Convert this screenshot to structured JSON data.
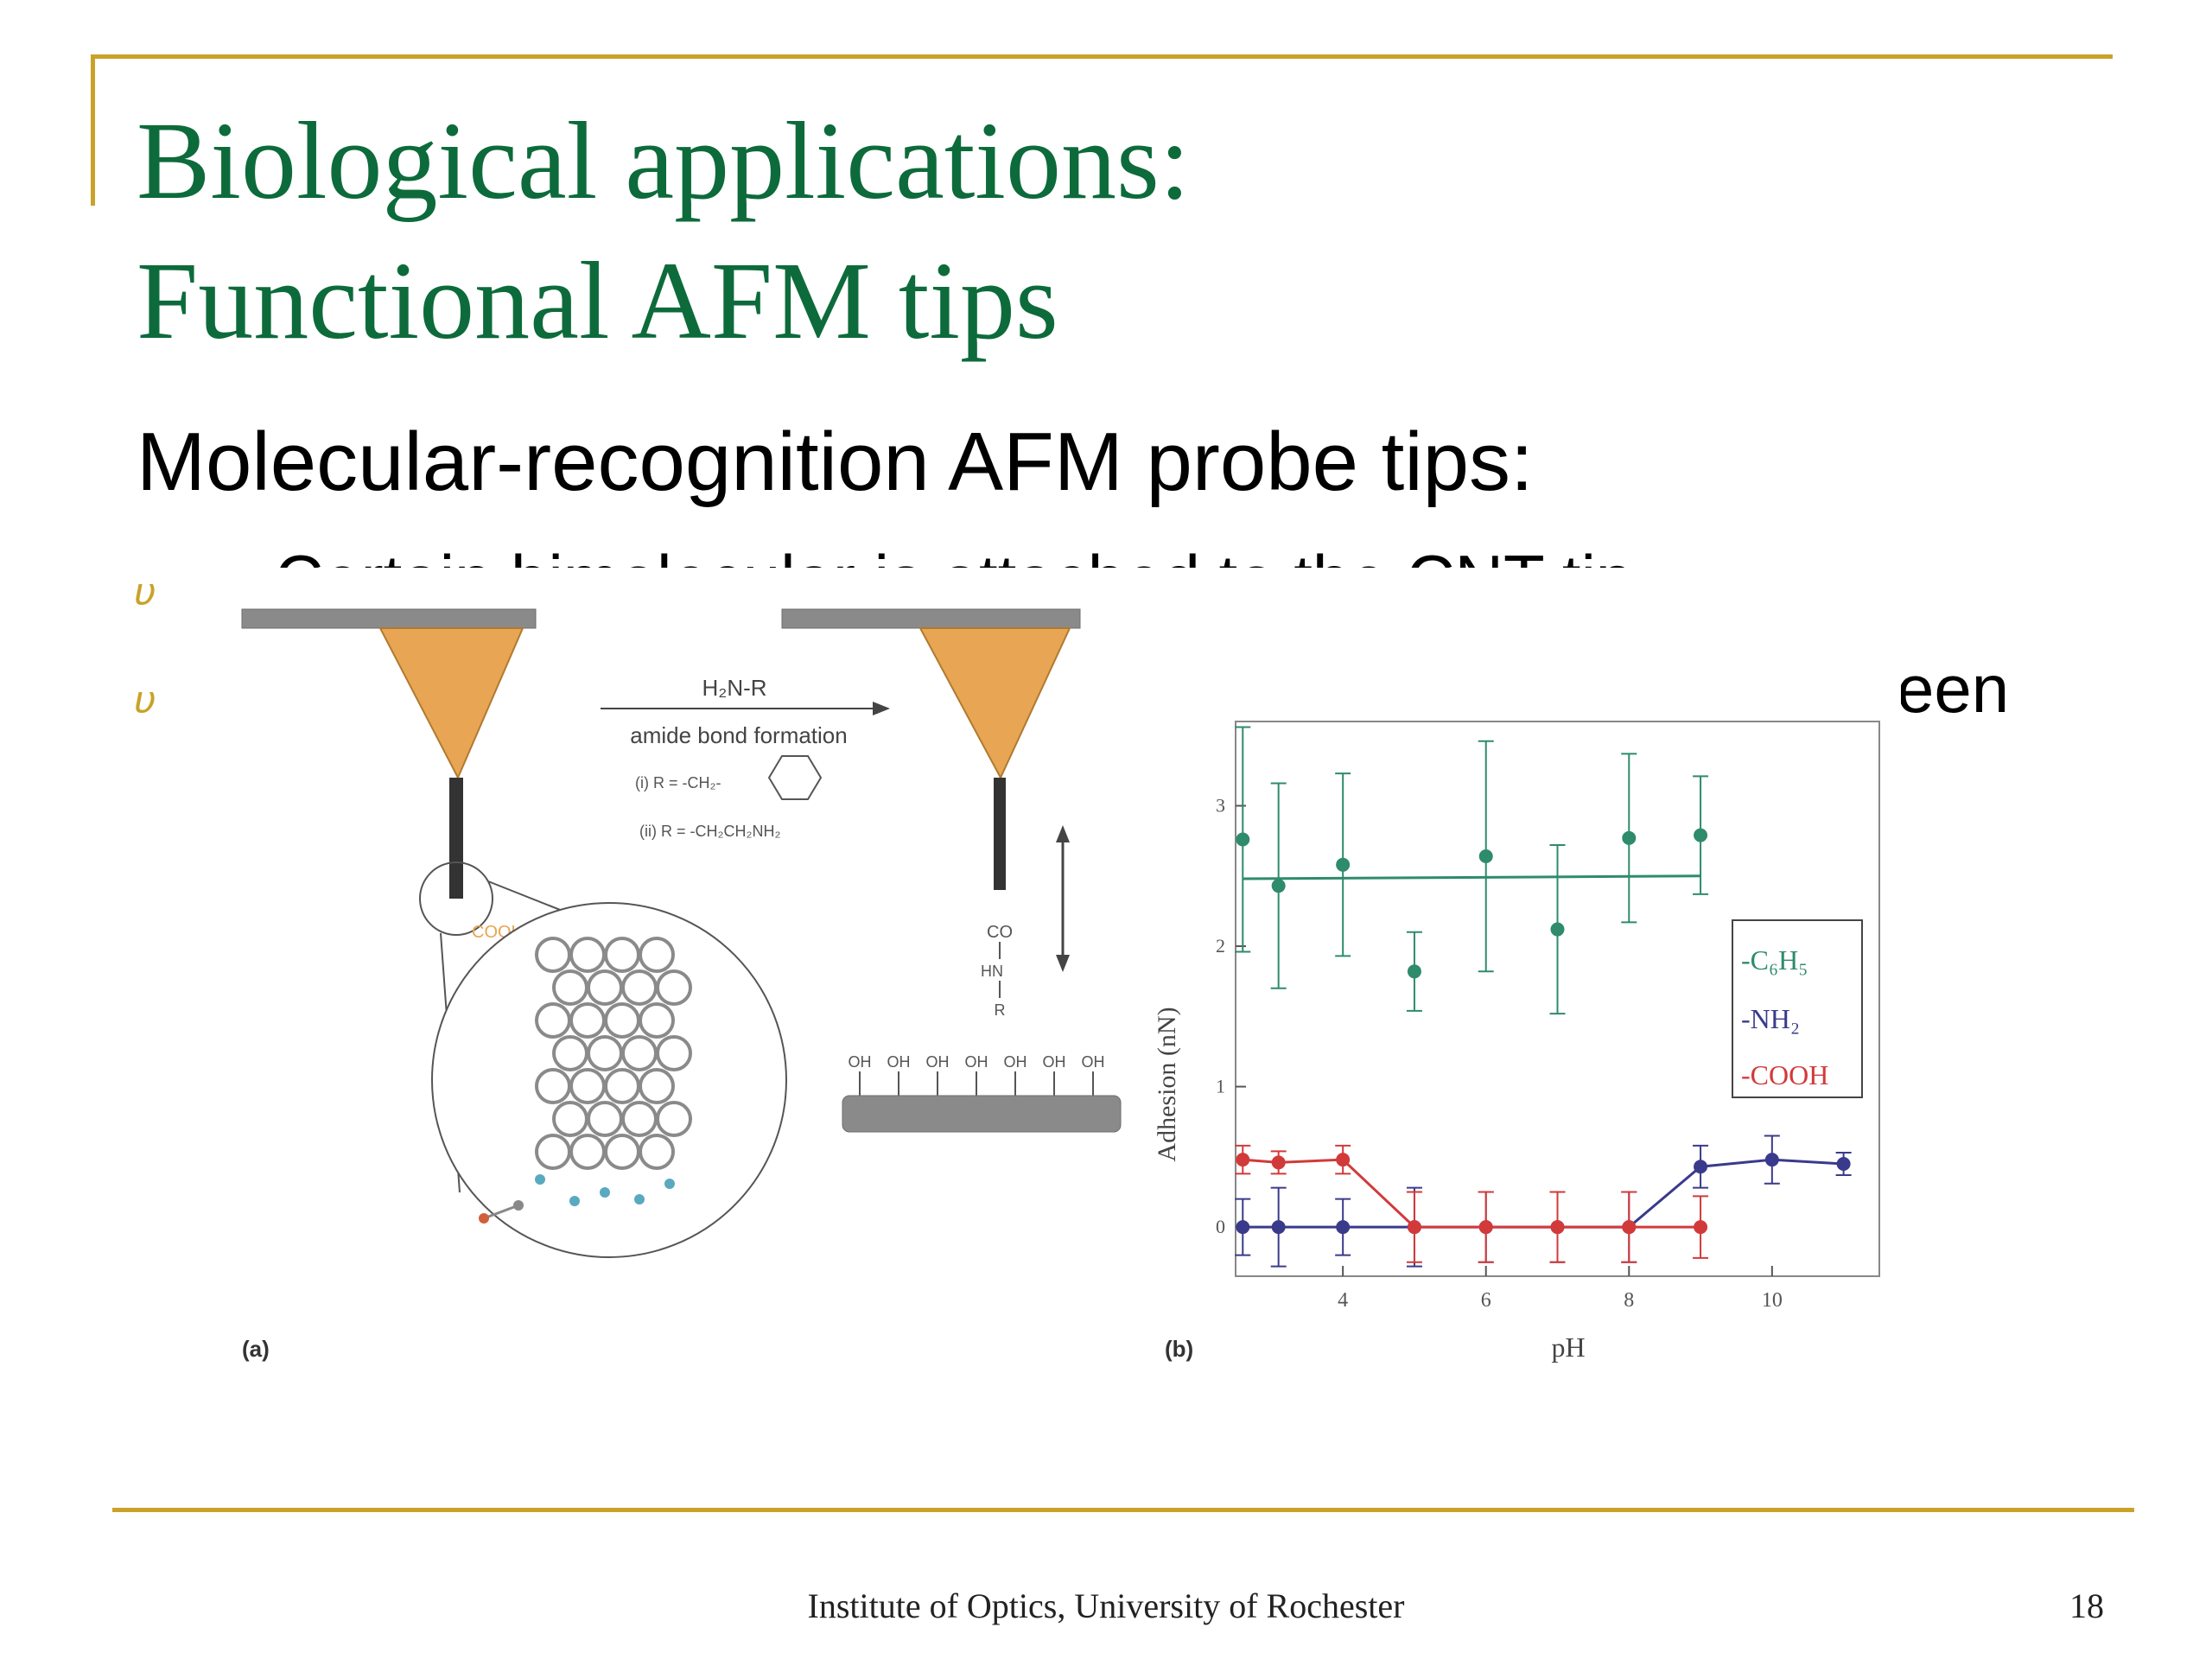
{
  "slide": {
    "title_line1": "Biological applications:",
    "title_line2": "Functional AFM tips",
    "subtitle": "Molecular-recognition AFM probe tips:",
    "bullet1_partial": "Certain bimolecular is attached to the CNT tip",
    "bullet2_partial_end": "een",
    "footer": "Institute of Optics, University of Rochester",
    "page_number": "18",
    "colors": {
      "title": "#0d6b3b",
      "accent_rule": "#c9a227",
      "tip": "#e8a553"
    }
  },
  "figure_a": {
    "panel_label": "(a)",
    "reaction_reagent": "H₂N-R",
    "reaction_name": "amide bond formation",
    "option_i": "(i) R = -CH₂-",
    "option_ii": "(ii) R = -CH₂CH₂NH₂",
    "cooh_label": "COOH",
    "co_label": "CO",
    "hn_label": "HN",
    "r_label": "R",
    "oh_label": "OH"
  },
  "chart_data": {
    "type": "line",
    "panel_label": "(b)",
    "xlabel": "pH",
    "ylabel": "Adhesion (nN)",
    "xlim": [
      2.5,
      11.5
    ],
    "ylim": [
      -0.35,
      3.6
    ],
    "xticks": [
      4,
      6,
      8,
      10
    ],
    "yticks": [
      0,
      1,
      2,
      3
    ],
    "legend_position": "right",
    "series": [
      {
        "name": "-C₆H₅",
        "color": "#2e8b6b",
        "points": [
          {
            "x": 2.6,
            "y": 2.76,
            "err": 0.8
          },
          {
            "x": 3.1,
            "y": 2.43,
            "err": 0.73
          },
          {
            "x": 4,
            "y": 2.58,
            "err": 0.65
          },
          {
            "x": 5,
            "y": 1.82,
            "err": 0.28
          },
          {
            "x": 6,
            "y": 2.64,
            "err": 0.82
          },
          {
            "x": 7,
            "y": 2.12,
            "err": 0.6
          },
          {
            "x": 8,
            "y": 2.77,
            "err": 0.6
          },
          {
            "x": 9,
            "y": 2.79,
            "err": 0.42
          }
        ],
        "fit": {
          "x": [
            2.6,
            9
          ],
          "y": [
            2.48,
            2.5
          ]
        }
      },
      {
        "name": "-NH₂",
        "color": "#3a3a8c",
        "points": [
          {
            "x": 2.6,
            "y": 0.0,
            "err": 0.2
          },
          {
            "x": 3.1,
            "y": 0.0,
            "err": 0.28
          },
          {
            "x": 4,
            "y": 0.0,
            "err": 0.2
          },
          {
            "x": 5,
            "y": 0.0,
            "err": 0.28
          },
          {
            "x": 6,
            "y": 0.0,
            "err": 0.25
          },
          {
            "x": 7,
            "y": 0.0,
            "err": 0.25
          },
          {
            "x": 8,
            "y": 0.0,
            "err": 0.25
          },
          {
            "x": 9,
            "y": 0.43,
            "err": 0.15
          },
          {
            "x": 10,
            "y": 0.48,
            "err": 0.17
          },
          {
            "x": 11,
            "y": 0.45,
            "err": 0.08
          }
        ]
      },
      {
        "name": "-COOH",
        "color": "#d23a3a",
        "points": [
          {
            "x": 2.6,
            "y": 0.48,
            "err": 0.1
          },
          {
            "x": 3.1,
            "y": 0.46,
            "err": 0.08
          },
          {
            "x": 4,
            "y": 0.48,
            "err": 0.1
          },
          {
            "x": 5,
            "y": 0.0,
            "err": 0.25
          },
          {
            "x": 6,
            "y": 0.0,
            "err": 0.25
          },
          {
            "x": 7,
            "y": 0.0,
            "err": 0.25
          },
          {
            "x": 8,
            "y": 0.0,
            "err": 0.25
          },
          {
            "x": 9,
            "y": 0.0,
            "err": 0.22
          }
        ]
      }
    ]
  }
}
